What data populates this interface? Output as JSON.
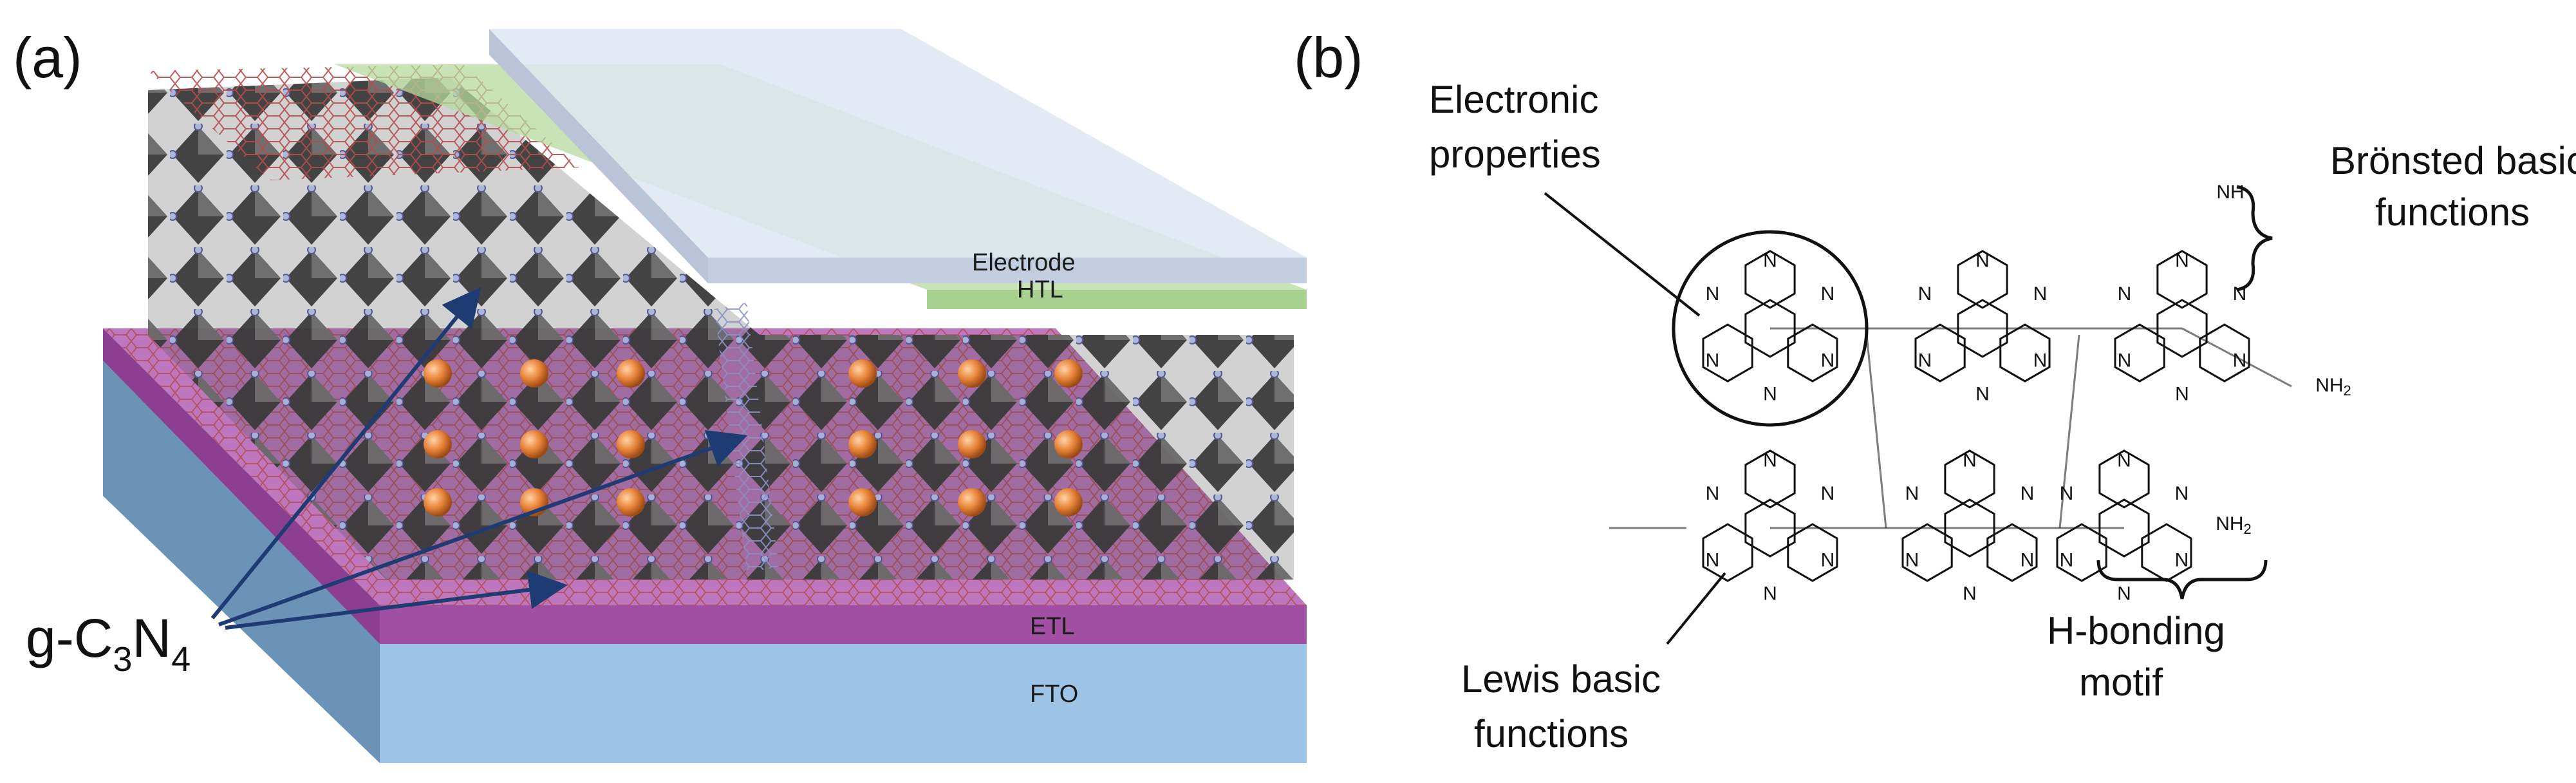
{
  "panels": {
    "a": {
      "label": "(a)",
      "layers": {
        "electrode": "Electrode",
        "htl": "HTL",
        "etl": "ETL",
        "fto": "FTO"
      },
      "material_label": {
        "base": "g-C",
        "sub1": "3",
        "mid": "N",
        "sub2": "4"
      },
      "colors": {
        "fto": "#9dc3e6",
        "etl": "#b768b8",
        "htl": "#b5d99c",
        "electrode": "#dfe6f2",
        "octahedra": "#3a3a3a",
        "cations": "#e07a2a",
        "arrows": "#1f3b73"
      }
    },
    "b": {
      "label": "(b)",
      "annotations": {
        "electronic_1": "Electronic",
        "electronic_2": "properties",
        "bronsted_1": "Brönsted basic",
        "bronsted_2": "functions",
        "lewis_1": "Lewis basic",
        "lewis_2": "functions",
        "hbond_1": "H-bonding",
        "hbond_2": "motif"
      },
      "atoms": {
        "n": "N",
        "nh": "NH",
        "nh2": "NH",
        "sub2": "2"
      }
    }
  }
}
